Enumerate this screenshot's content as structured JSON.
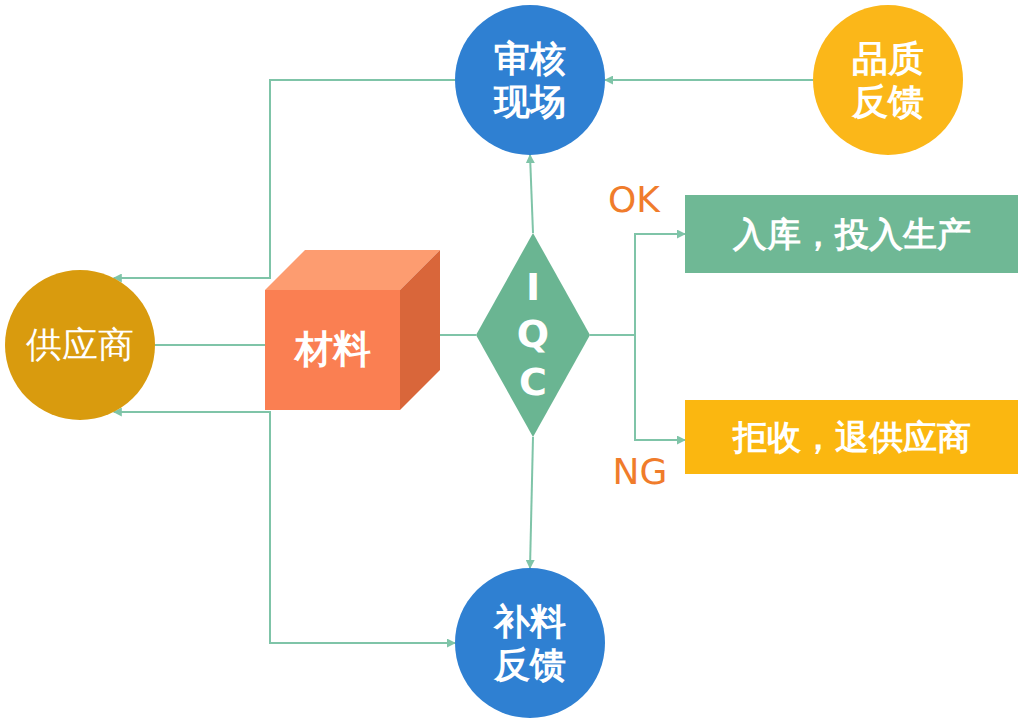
{
  "diagram": {
    "nodes": [
      {
        "text": [
          "审核现场"
        ]
      },
      {
        "text": [
          "品质反馈"
        ]
      },
      {
        "text": [
          "供应商"
        ]
      },
      {
        "text": [
          "材料"
        ]
      },
      {
        "text": [
          "IQC"
        ]
      },
      {
        "text": [
          "入库，投入生产"
        ]
      },
      {
        "text": [
          "拒收，退供应商"
        ]
      },
      {
        "text": [
          "补料反馈"
        ]
      }
    ],
    "edges": [
      {
        "from": 1,
        "to": 0,
        "arrow": "to"
      },
      {
        "from": 0,
        "to": 2,
        "arrow": "to"
      },
      {
        "from": 2,
        "to": 3,
        "arrow": "none"
      },
      {
        "from": 3,
        "to": 4,
        "arrow": "none"
      },
      {
        "from": 4,
        "to": 0,
        "arrow": "to"
      },
      {
        "from": 4,
        "to": 5,
        "arrow": "to",
        "label": "OK"
      },
      {
        "from": 4,
        "to": 6,
        "arrow": "to",
        "label": "NG"
      },
      {
        "from": 4,
        "to": 7,
        "arrow": "to"
      },
      {
        "from": 7,
        "to": 2,
        "arrow": "both"
      }
    ]
  }
}
